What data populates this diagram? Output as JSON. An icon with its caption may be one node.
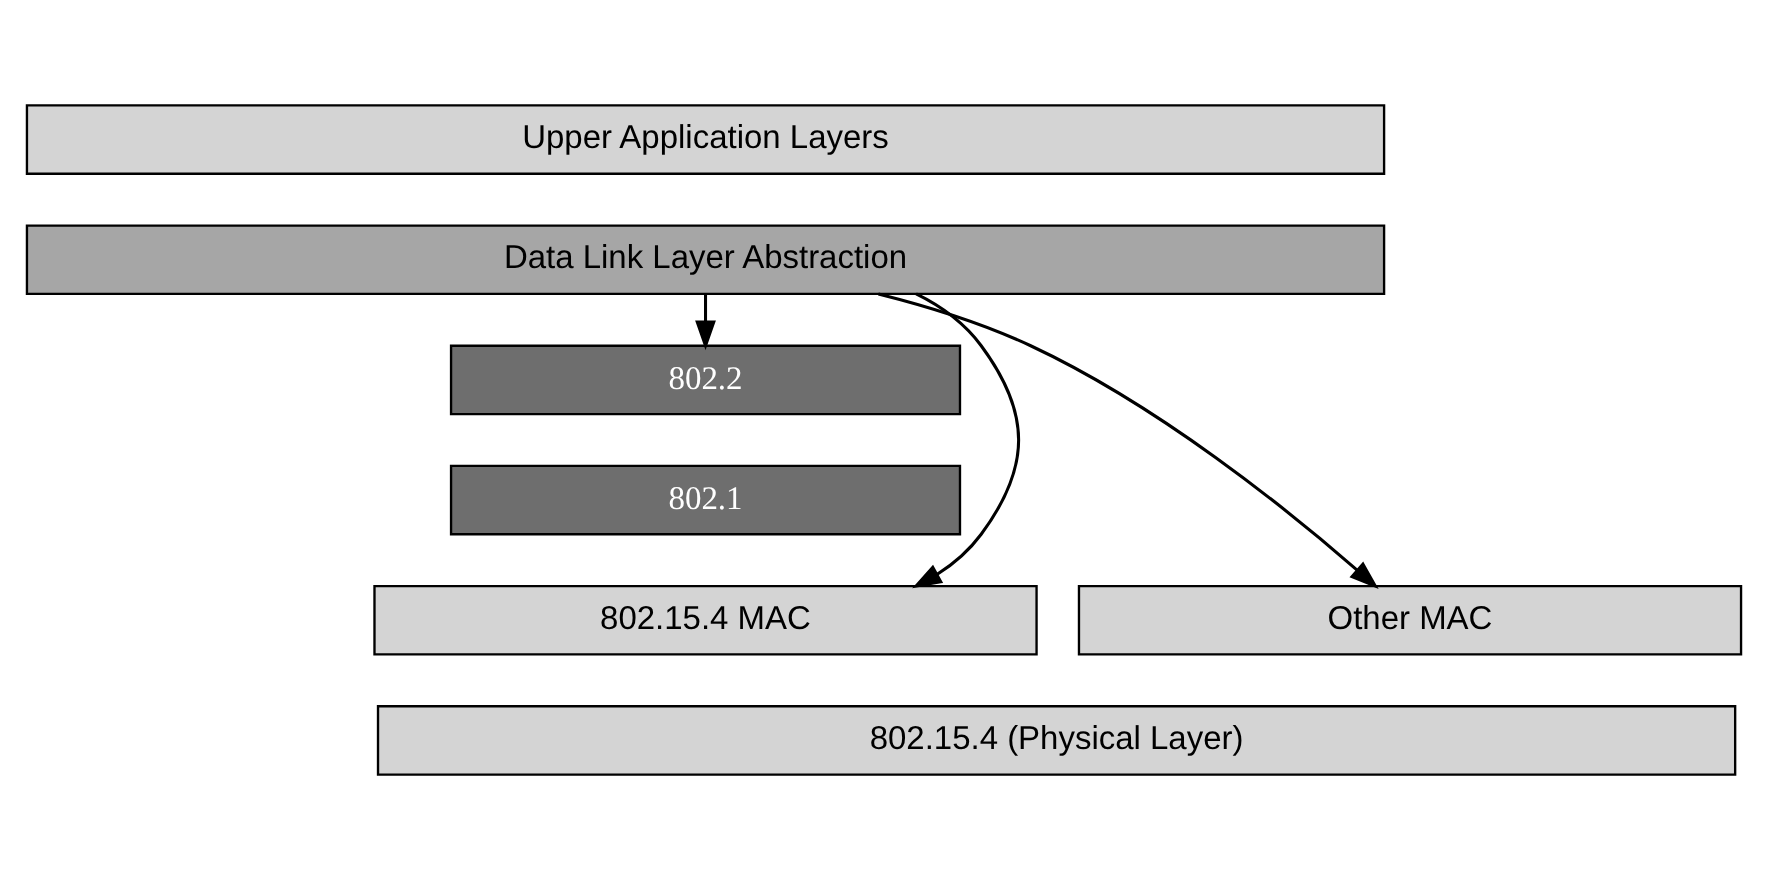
{
  "diagram": {
    "nodes": [
      {
        "text": [
          "Upper Application Layers"
        ]
      },
      {
        "text": [
          "Data Link Layer Abstraction"
        ]
      },
      {
        "text": [
          "802.2"
        ]
      },
      {
        "text": [
          "802.1"
        ]
      },
      {
        "text": [
          "802.15.4 MAC"
        ]
      },
      {
        "text": [
          "Other MAC"
        ]
      },
      {
        "text": [
          "802.15.4 (Physical Layer)"
        ]
      }
    ],
    "edges": [
      {
        "from": 1,
        "to": 2,
        "arrow": "to"
      },
      {
        "from": 1,
        "to": 4,
        "arrow": "to"
      },
      {
        "from": 1,
        "to": 5,
        "arrow": "to"
      }
    ]
  }
}
